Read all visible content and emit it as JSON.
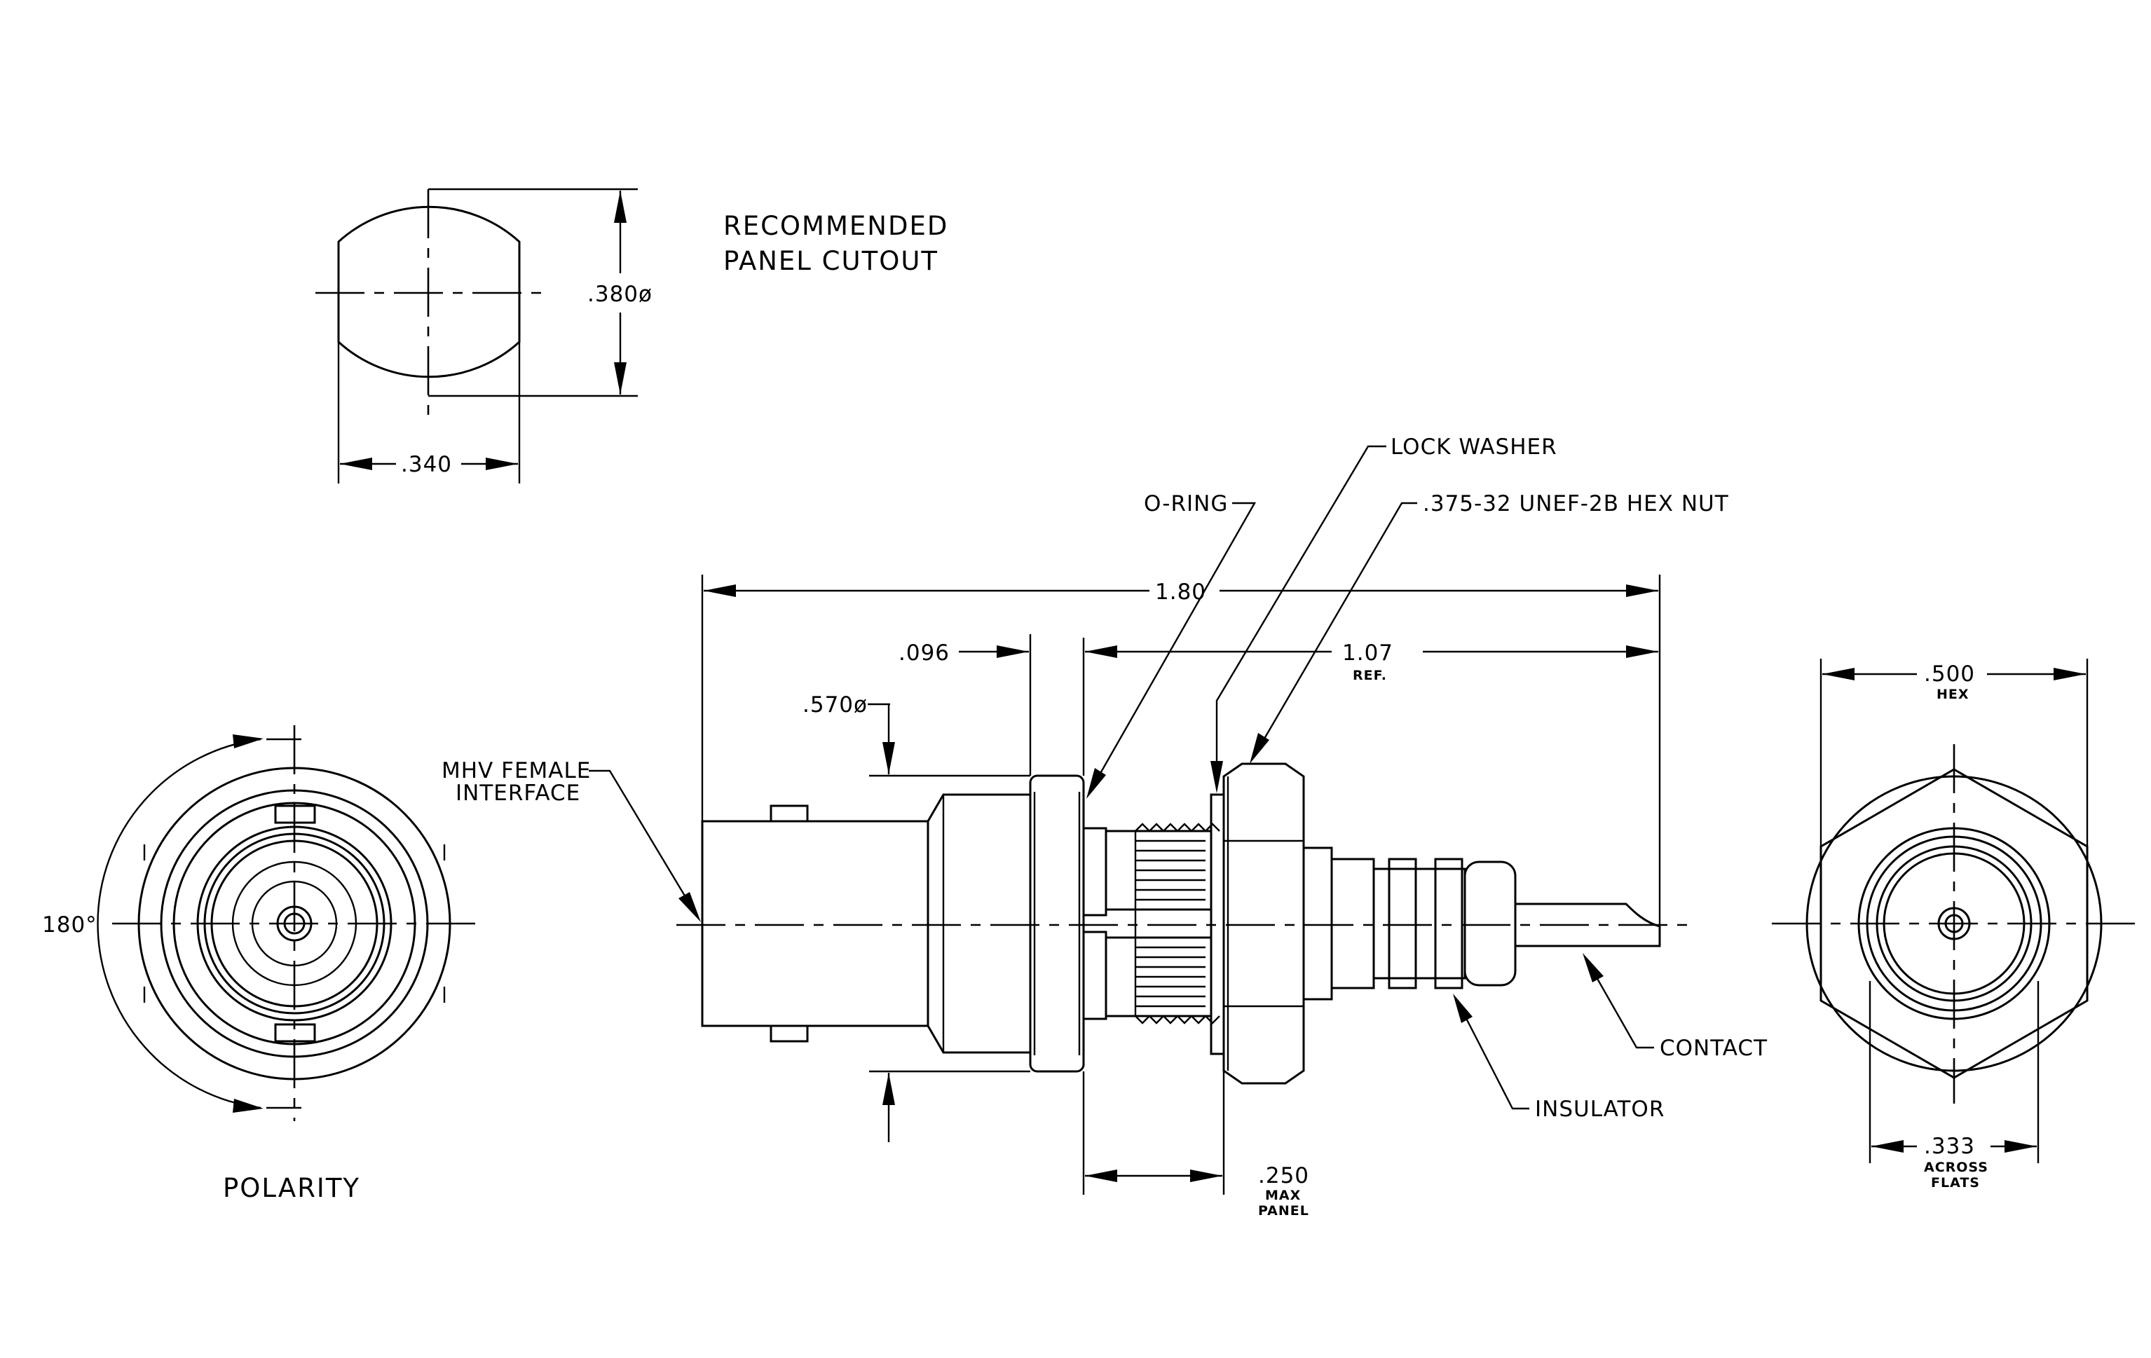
{
  "colors": {
    "ink": "#000000",
    "paper": "#ffffff"
  },
  "labels": {
    "cutout_title_1": "RECOMMENDED",
    "cutout_title_2": "PANEL CUTOUT",
    "polarity": "POLARITY",
    "interface_1": "MHV FEMALE",
    "interface_2": "INTERFACE",
    "oring": "O-RING",
    "lock_washer": "LOCK WASHER",
    "hex_nut": ".375-32 UNEF-2B HEX NUT",
    "contact": "CONTACT",
    "insulator": "INSULATOR"
  },
  "dimensions": {
    "cutout_height": ".380ø",
    "cutout_width": ".340",
    "overall_length": "1.80",
    "ref_length": "1.07",
    "ref_note": "REF.",
    "flange": ".096",
    "flange_dia": ".570ø",
    "angle": "180°",
    "panel": ".250",
    "panel_note_1": "MAX",
    "panel_note_2": "PANEL",
    "hex": ".500",
    "hex_note": "HEX",
    "flats": ".333",
    "flats_note_1": "ACROSS",
    "flats_note_2": "FLATS"
  }
}
